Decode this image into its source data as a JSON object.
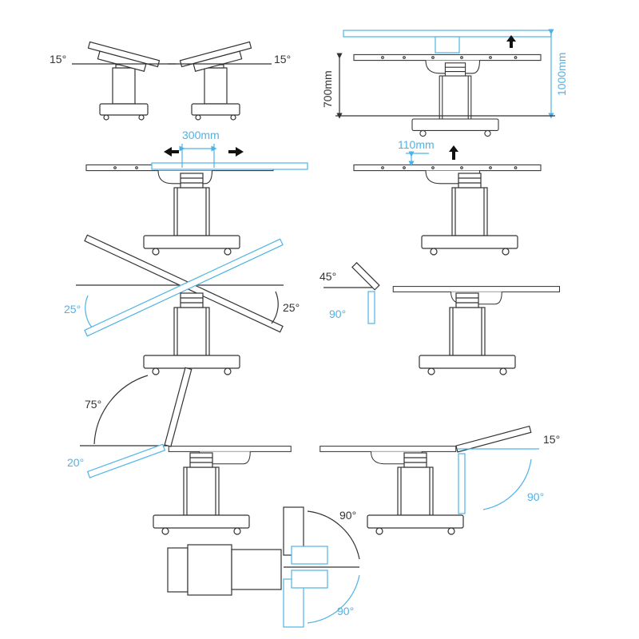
{
  "title": "Operating table positioning diagram",
  "colors": {
    "line": "#333333",
    "accent": "#4db3e6"
  },
  "panels": {
    "lateral_tilt": {
      "left_angle": "15°",
      "right_angle": "15°"
    },
    "height": {
      "min_label": "700mm",
      "max_label": "1000mm"
    },
    "slide": {
      "label": "300mm"
    },
    "kidney_bridge": {
      "label": "110mm"
    },
    "trendelenburg": {
      "left_angle": "25°",
      "right_angle": "25°"
    },
    "head_section": {
      "up_angle": "45°",
      "down_angle": "90°"
    },
    "back_section": {
      "up_angle": "75°",
      "down_angle": "20°"
    },
    "leg_section": {
      "up_angle": "15°",
      "down_angle": "90°"
    },
    "leg_abduction": {
      "top_angle": "90°",
      "bottom_angle": "90°"
    }
  }
}
